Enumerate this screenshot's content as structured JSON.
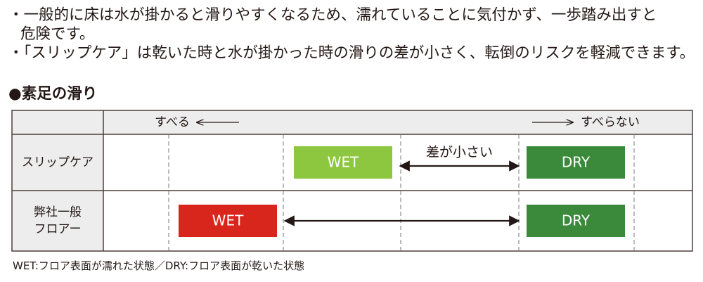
{
  "notes": [
    "・一般的に床は水が掛かると滑りやすくなるため、濡れていることに気付かず、一歩踏み出すと",
    "危険です。",
    "・「スリップケア」は乾いた時と水が掛かった時の滑りの差が小さく、転倒のリスクを軽減できます。"
  ],
  "section_title": "●素足の滑り",
  "footnote": "WET:フロア表面が濡れた状態／DRY:フロア表面が乾いた状態",
  "colors": {
    "wet_slipcare": "#8dc63f",
    "wet_general": "#d9261c",
    "dry": "#3b8a3b",
    "header_bg": "#ededed",
    "border": "#4d3f3a"
  },
  "chart_data": {
    "type": "table",
    "axis": {
      "left_label": "すべる",
      "right_label": "すべらない"
    },
    "rows": [
      {
        "label": "スリップケア",
        "wet": {
          "label": "WET",
          "position": 3
        },
        "dry": {
          "label": "DRY",
          "position": 6
        },
        "difference_label": "差が小さい"
      },
      {
        "label": "弊社一般\nフロアー",
        "wet": {
          "label": "WET",
          "position": 1
        },
        "dry": {
          "label": "DRY",
          "position": 6
        },
        "difference_label": ""
      }
    ],
    "scale_steps": 7,
    "grid": "dashed-vertical"
  }
}
